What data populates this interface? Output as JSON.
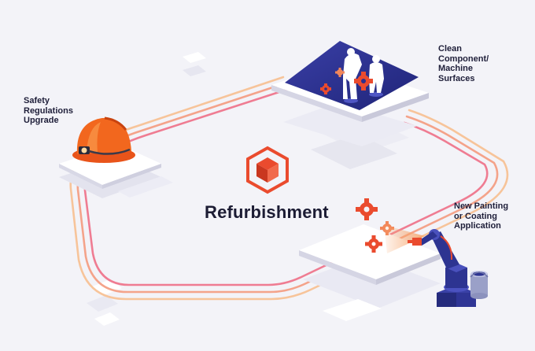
{
  "diagram": {
    "title": "Refurbishment",
    "steps": [
      {
        "id": "safety",
        "label": "Safety\nRegulations\nUpgrade"
      },
      {
        "id": "clean",
        "label": "Clean\nComponent/\nMachine\nSurfaces"
      },
      {
        "id": "paint",
        "label": "New Painting\nor Coating\nApplication"
      }
    ]
  },
  "colors": {
    "track_outer": "#f6b98c",
    "track_mid": "#f39a8a",
    "track_inner": "#ef7f91",
    "accent": "#ea4b2e",
    "blueprint": "#2a2f8f",
    "robot": "#2d3491",
    "helmet": "#f2601c"
  },
  "icons": [
    "logo-cube-icon",
    "hard-hat-icon",
    "workers-gears-icon",
    "gear-icon",
    "robot-arm-icon",
    "paint-bucket-icon"
  ]
}
